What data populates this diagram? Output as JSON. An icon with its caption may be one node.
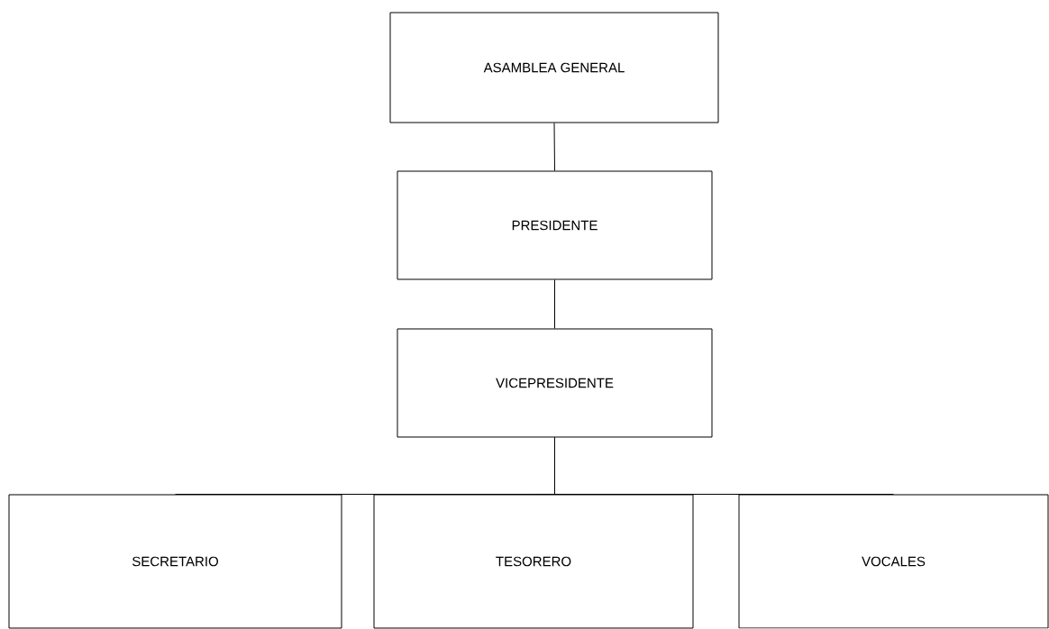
{
  "diagram": {
    "nodes": [
      {
        "text": [
          "ASAMBLEA GENERAL"
        ]
      },
      {
        "text": [
          "PRESIDENTE"
        ]
      },
      {
        "text": [
          "VICEPRESIDENTE"
        ]
      },
      {
        "text": [
          "SECRETARIO"
        ]
      },
      {
        "text": [
          "TESORERO"
        ]
      },
      {
        "text": [
          "VOCALES"
        ]
      }
    ],
    "edges": [
      {
        "from": 0,
        "to": 1,
        "arrow": "none"
      },
      {
        "from": 1,
        "to": 2,
        "arrow": "none"
      },
      {
        "from": 2,
        "to": 3,
        "arrow": "none"
      },
      {
        "from": 2,
        "to": 4,
        "arrow": "none"
      },
      {
        "from": 2,
        "to": 5,
        "arrow": "none"
      }
    ]
  }
}
